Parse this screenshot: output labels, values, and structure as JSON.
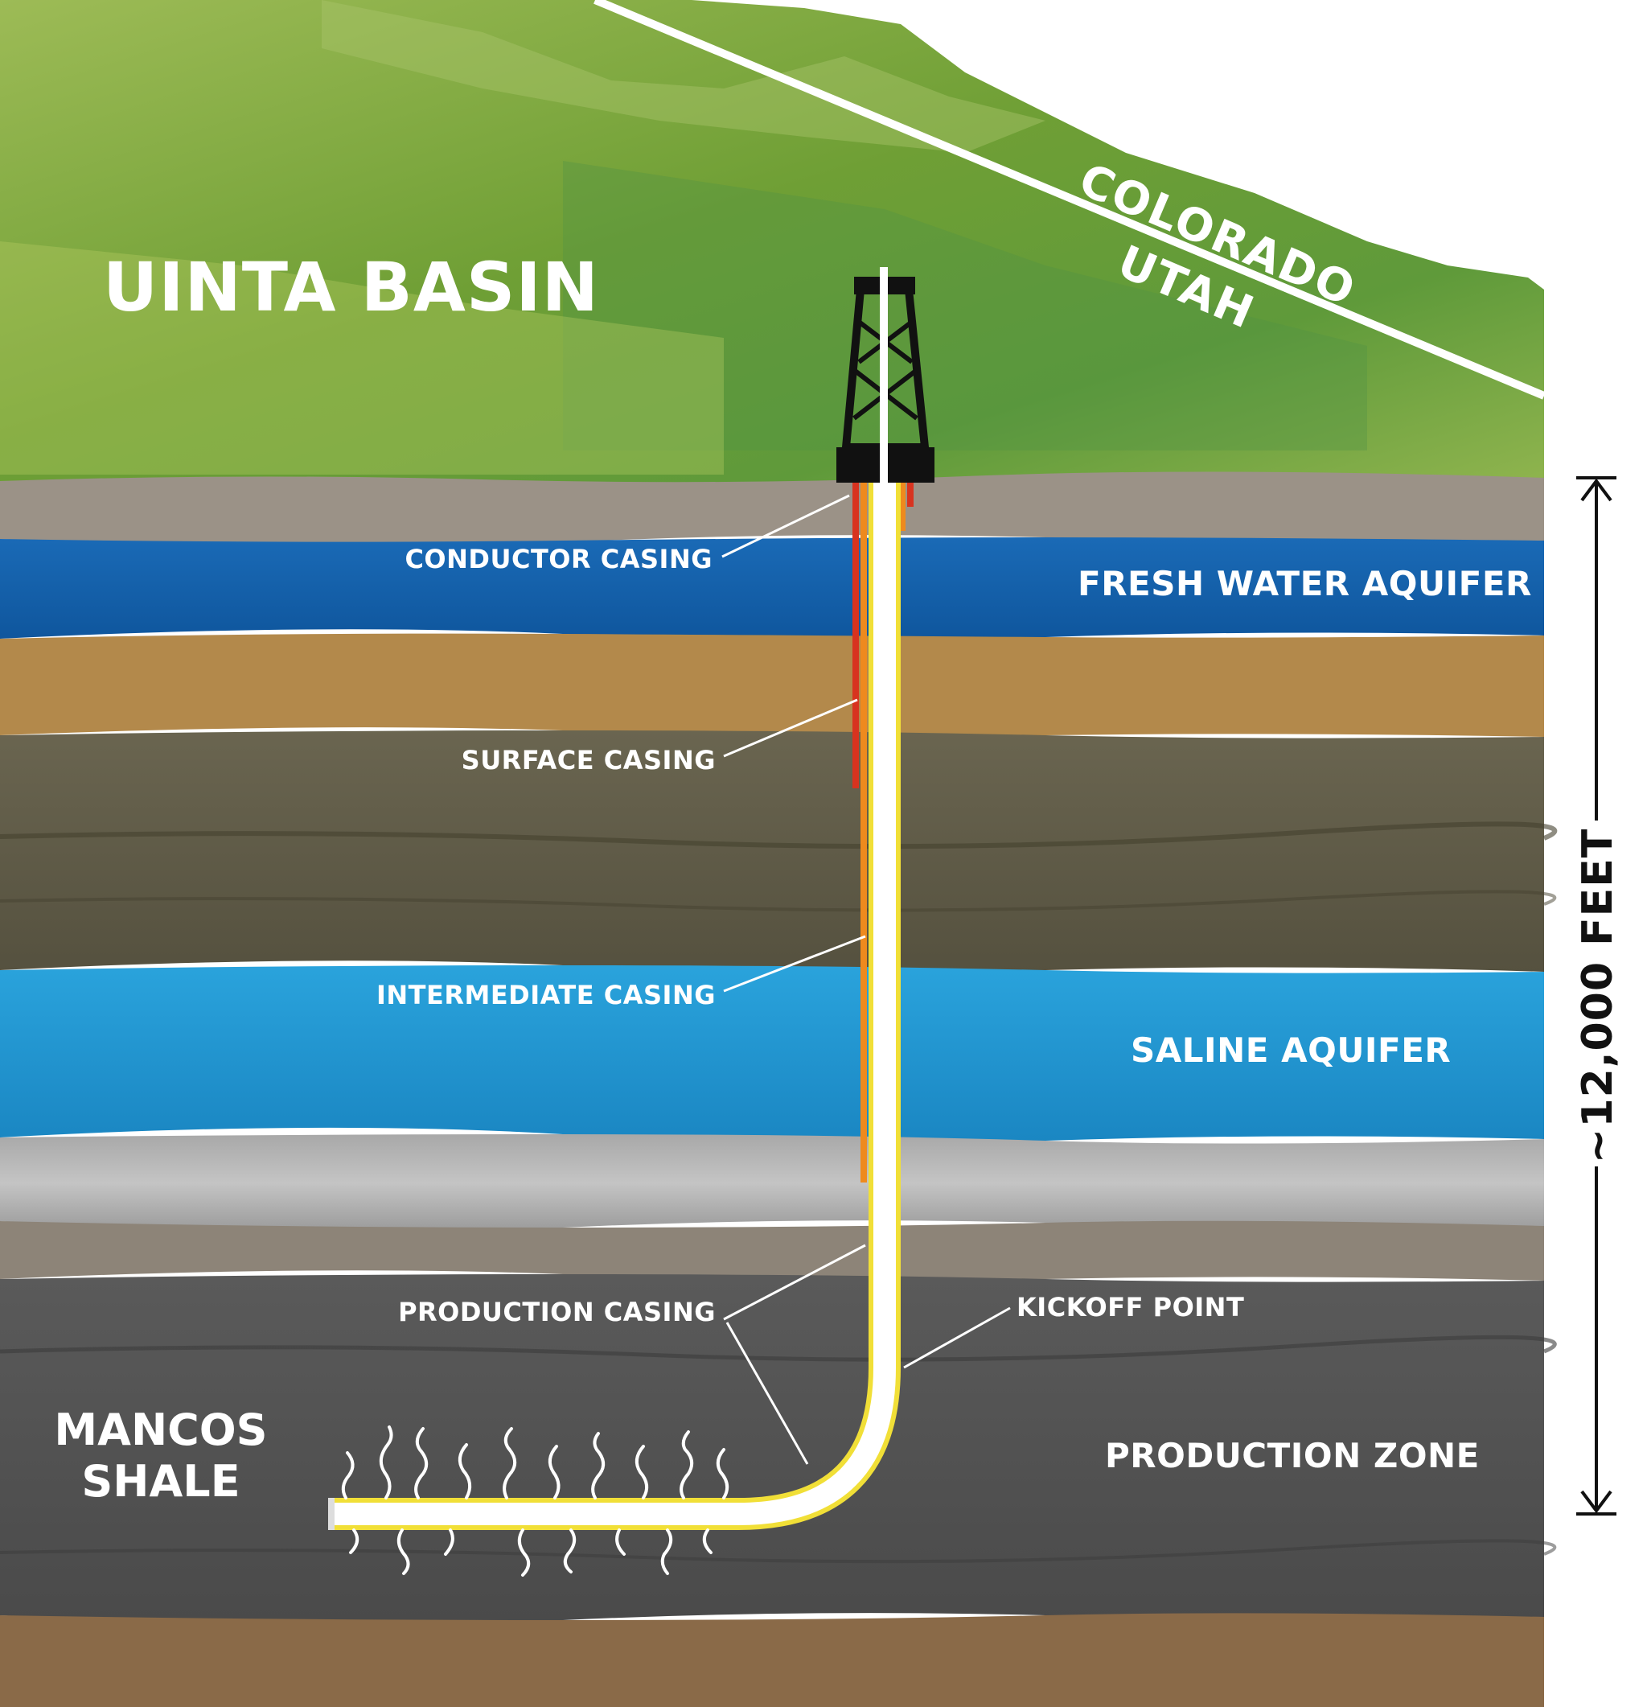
{
  "region": {
    "basin_name": "UINTA BASIN",
    "state_north": "COLORADO",
    "state_south": "UTAH"
  },
  "casings": {
    "conductor": "CONDUCTOR CASING",
    "surface": "SURFACE CASING",
    "intermediate": "INTERMEDIATE CASING",
    "production": "PRODUCTION CASING"
  },
  "well_features": {
    "kickoff": "KICKOFF POINT"
  },
  "layers": {
    "fresh_water": "FRESH WATER AQUIFER",
    "saline": "SALINE AQUIFER",
    "production_zone": "PRODUCTION ZONE",
    "shale_line1": "MANCOS",
    "shale_line2": "SHALE"
  },
  "depth": {
    "label": "~12,000 FEET"
  },
  "colors": {
    "terrain_green": "#7fae3c",
    "fresh_water": "#1565b0",
    "saline": "#1f95cf",
    "soil_tan": "#b58a4c",
    "dark_rock": "#5e5a45",
    "grey_rock": "#b5b5b5",
    "shale": "#555555",
    "casing_red": "#d8331f",
    "casing_orange": "#ee8a1e",
    "casing_yellow": "#f1df37"
  }
}
